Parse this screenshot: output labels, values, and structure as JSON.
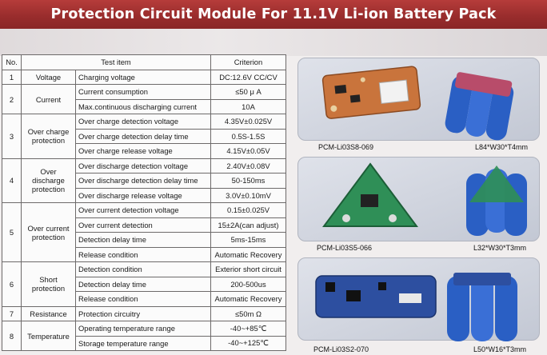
{
  "title": "Protection Circuit Module  For 11.1V Li-ion Battery Pack",
  "table": {
    "headers": [
      "No.",
      "Test item",
      "Criterion"
    ],
    "groups": [
      {
        "no": "1",
        "category": "Voltage",
        "rows": [
          {
            "item": "Charging voltage",
            "criterion": "DC:12.6V CC/CV"
          }
        ]
      },
      {
        "no": "2",
        "category": "Current",
        "rows": [
          {
            "item": "Current consumption",
            "criterion": "≤50 μ A"
          },
          {
            "item": "Max.continuous discharging current",
            "criterion": "10A"
          }
        ]
      },
      {
        "no": "3",
        "category": "Over charge protection",
        "rows": [
          {
            "item": "Over charge detection voltage",
            "criterion": "4.35V±0.025V"
          },
          {
            "item": "Over charge detection delay time",
            "criterion": "0.5S-1.5S"
          },
          {
            "item": "Over charge release voltage",
            "criterion": "4.15V±0.05V"
          }
        ]
      },
      {
        "no": "4",
        "category": "Over discharge protection",
        "rows": [
          {
            "item": "Over discharge detection voltage",
            "criterion": "2.40V±0.08V"
          },
          {
            "item": "Over discharge detection delay time",
            "criterion": "50-150ms"
          },
          {
            "item": "Over discharge release voltage",
            "criterion": "3.0V±0.10mV"
          }
        ]
      },
      {
        "no": "5",
        "category": "Over current protection",
        "rows": [
          {
            "item": "Over current detection voltage",
            "criterion": "0.15±0.025V"
          },
          {
            "item": "Over current detection",
            "criterion": "15±2A(can adjust)"
          },
          {
            "item": "Detection delay time",
            "criterion": "5ms-15ms"
          },
          {
            "item": "Release condition",
            "criterion": "Automatic Recovery"
          }
        ]
      },
      {
        "no": "6",
        "category": "Short protection",
        "rows": [
          {
            "item": "Detection condition",
            "criterion": "Exterior short circuit"
          },
          {
            "item": "Detection delay time",
            "criterion": "200-500us"
          },
          {
            "item": "Release condition",
            "criterion": "Automatic Recovery"
          }
        ]
      },
      {
        "no": "7",
        "category": "Resistance",
        "rows": [
          {
            "item": "Protection circuitry",
            "criterion": "≤50m Ω"
          }
        ]
      },
      {
        "no": "8",
        "category": "Temperature",
        "rows": [
          {
            "item": "Operating temperature range",
            "criterion": "-40~+85℃"
          },
          {
            "item": "Storage temperature range",
            "criterion": "-40~+125℃"
          }
        ]
      }
    ]
  },
  "products": [
    {
      "model": "PCM-Li03S8-069",
      "size": "L84*W30*T4mm",
      "board_color": "#c9743c"
    },
    {
      "model": "PCM-Li03S5-066",
      "size": "L32*W30*T3mm",
      "board_color": "#2f8f57"
    },
    {
      "model": "PCM-Li03S2-070",
      "size": "L50*W16*T3mm",
      "board_color": "#2d4fa0"
    }
  ],
  "colors": {
    "banner": "#a3302f",
    "cell_blue": "#2a5fc4"
  }
}
